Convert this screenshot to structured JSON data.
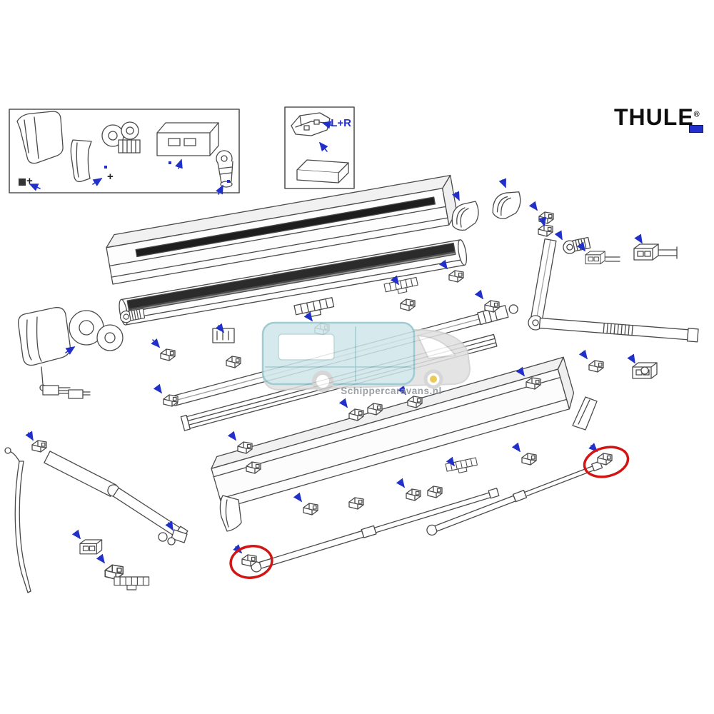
{
  "brand": {
    "logo_text": "THULE",
    "registered_mark": "®"
  },
  "inset": {
    "left_right_label": "L+R"
  },
  "symbols": {
    "plus": "+"
  },
  "watermark": {
    "text": "Schippercaravans.nl"
  },
  "colors": {
    "line": "#4a4a4a",
    "arrow_blue": "#2130c8",
    "highlight_red": "#d21414",
    "watermark_teal_fill": "#cfe6ea",
    "watermark_teal_stroke": "#8fc3cb",
    "watermark_gray": "#e0e0e0",
    "hub_yellow": "#e6c43c",
    "logo_black": "#0d0d0d"
  }
}
